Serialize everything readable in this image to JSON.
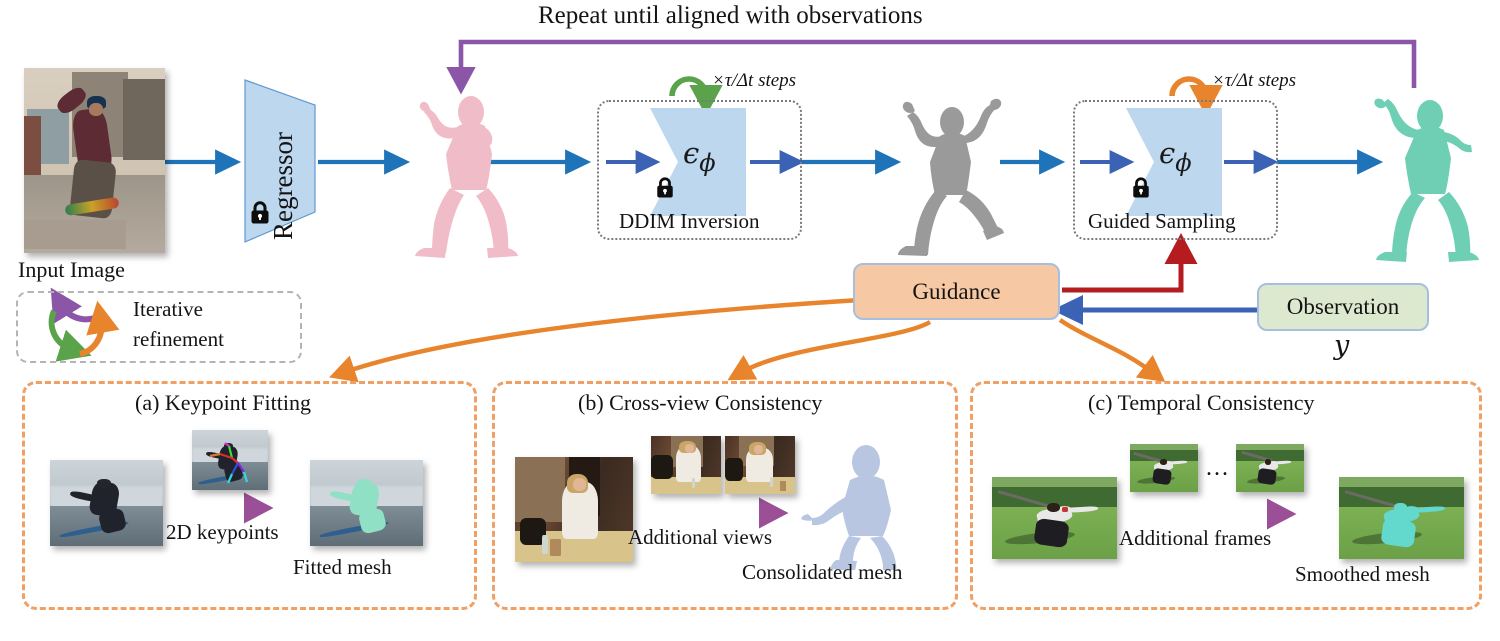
{
  "figure": {
    "type": "pipeline-diagram",
    "top_label": "Repeat until aligned with observations"
  },
  "pipeline": {
    "input_image_caption": "Input Image",
    "regressor_label": "Regressor",
    "ddim": {
      "box_caption": "DDIM Inversion",
      "net_symbol": "ϵ",
      "net_subscript": "ϕ",
      "steps_label": "×τ/Δt steps",
      "loop_color": "#5aa34a",
      "lock_icon": "lock-icon"
    },
    "guided": {
      "box_caption": "Guided Sampling",
      "net_symbol": "ϵ",
      "net_subscript": "ϕ",
      "steps_label": "×τ/Δt steps",
      "loop_color": "#e8842c",
      "lock_icon": "lock-icon"
    },
    "meshes": [
      {
        "name": "regressed-mesh",
        "color": "#f0bcc8"
      },
      {
        "name": "noised-mesh",
        "color": "#9a9a9a"
      },
      {
        "name": "refined-mesh",
        "color": "#6fcfb4"
      }
    ],
    "arrow_color": "#1f73b8",
    "loop_arrow_color": "#8c56a8",
    "feedback_arrow_color": "#b51c20"
  },
  "legend": {
    "line1": "Iterative",
    "line2": "refinement",
    "colors": [
      "#8c56a8",
      "#5aa34a",
      "#e8842c"
    ],
    "icon": "circular-refresh-icon"
  },
  "boxes": {
    "guidance": {
      "label": "Guidance",
      "fill": "#f6c9a4",
      "stroke": "#a8bede"
    },
    "observation": {
      "label": "Observation",
      "fill": "#dde9cf",
      "stroke": "#a8bede"
    },
    "observation_symbol": "y"
  },
  "panels": [
    {
      "id": "a",
      "title": "(a) Keypoint Fitting",
      "middle_label": "2D keypoints",
      "result_label": "Fitted mesh",
      "source_name": "surfer-photo",
      "aux_name": "surfer-keypoints-photo",
      "result_name": "surfer-fitted-mesh-photo",
      "aux_count": 1,
      "ellipsis": false
    },
    {
      "id": "b",
      "title": "(b) Cross-view Consistency",
      "middle_label": "Additional views",
      "result_label": "Consolidated mesh",
      "source_name": "cafe-photo",
      "aux_name": "cafe-alt-view-photo",
      "result_name": "consolidated-mesh",
      "aux_count": 2,
      "ellipsis": false
    },
    {
      "id": "c",
      "title": "(c) Temporal Consistency",
      "middle_label": "Additional frames",
      "result_label": "Smoothed mesh",
      "source_name": "javelin-photo",
      "aux_name": "javelin-frame-photo",
      "result_name": "javelin-smoothed-mesh-photo",
      "aux_count": 2,
      "ellipsis": true,
      "ellipsis_text": "..."
    }
  ],
  "colors": {
    "blue_arrow": "#1f73b8",
    "purple": "#8c56a8",
    "green": "#5aa34a",
    "orange": "#e8842c",
    "red": "#b51c20",
    "net_fill": "#bcd7ee",
    "dashed_orange": "#f0a064",
    "dotted_gray": "#7a7a7a"
  }
}
